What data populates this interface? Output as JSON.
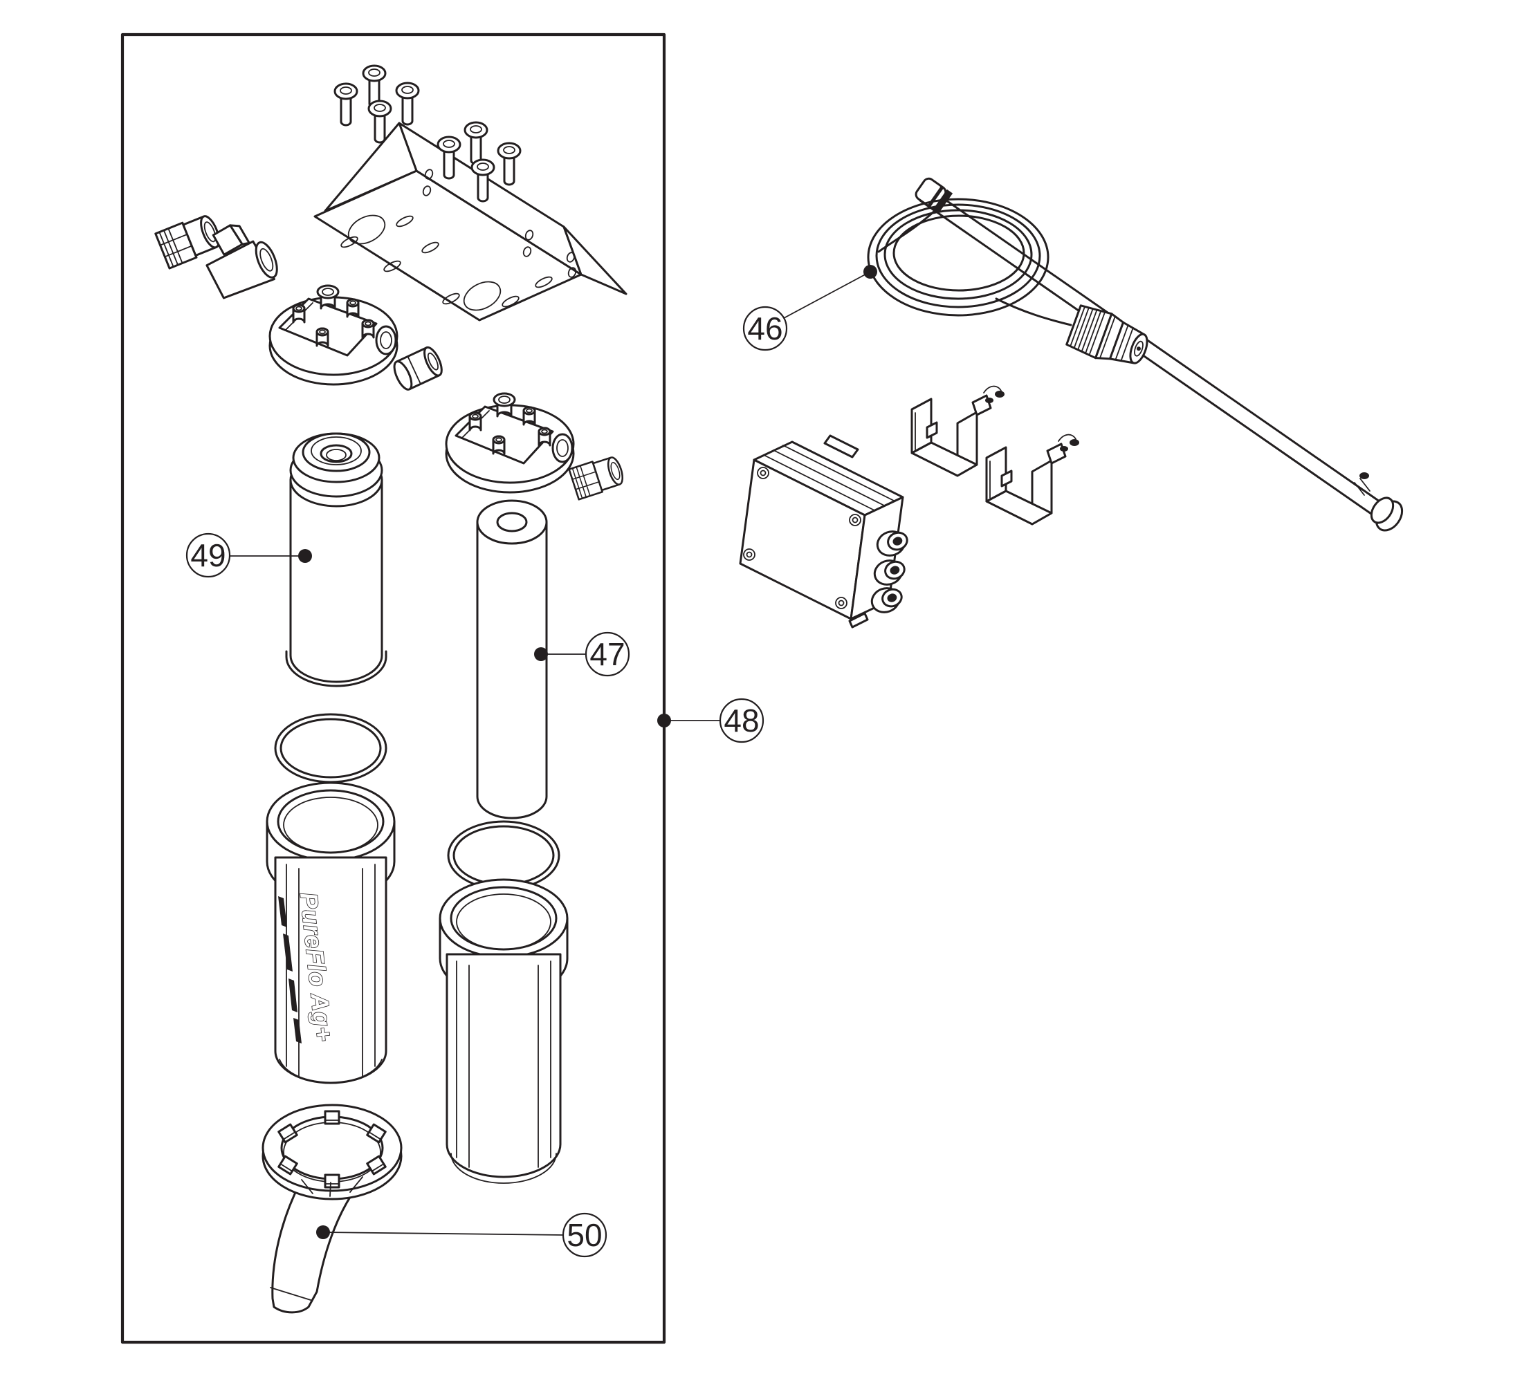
{
  "page": {
    "background": "#ffffff",
    "line_color": "#231f20"
  },
  "diagram": {
    "callouts": [
      {
        "label": "46"
      },
      {
        "label": "47"
      },
      {
        "label": "48"
      },
      {
        "label": "49"
      },
      {
        "label": "50"
      }
    ],
    "housing_label": "PureFlo Ag+"
  }
}
